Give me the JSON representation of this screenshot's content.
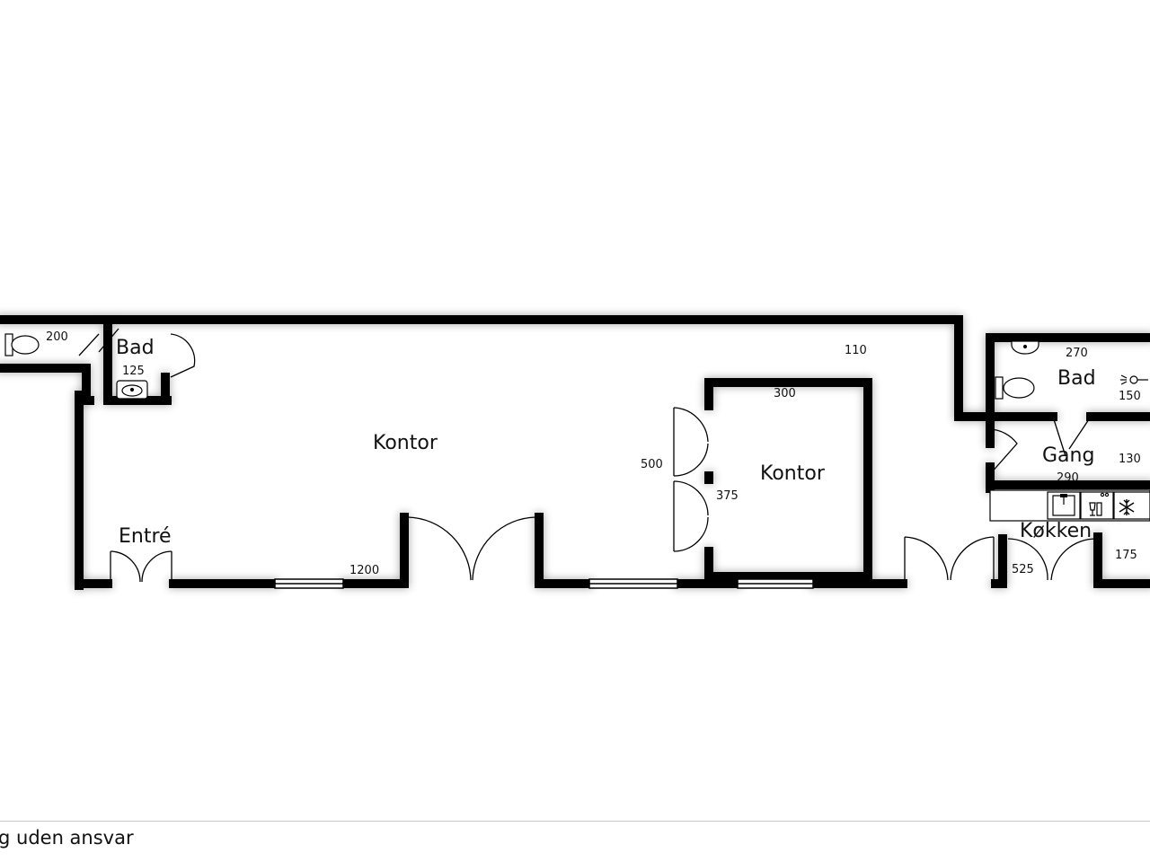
{
  "rooms": {
    "bad_left": "Bad",
    "kontor_main": "Kontor",
    "entre": "Entré",
    "kontor_office": "Kontor",
    "bad_right": "Bad",
    "gang": "Gang",
    "kokken": "Køkken"
  },
  "dimensions": {
    "wc_left": "200",
    "bad_left": "125",
    "top_right": "110",
    "kontor_main_length": "1200",
    "office_width": "300",
    "office_height_outer": "500",
    "office_height_inner": "375",
    "bad_right_width": "270",
    "bad_right_depth": "150",
    "gang_width": "290",
    "gang_depth": "130",
    "kokken_width": "525",
    "kokken_depth": "175"
  },
  "footer": {
    "disclaimer": "g uden ansvar"
  }
}
